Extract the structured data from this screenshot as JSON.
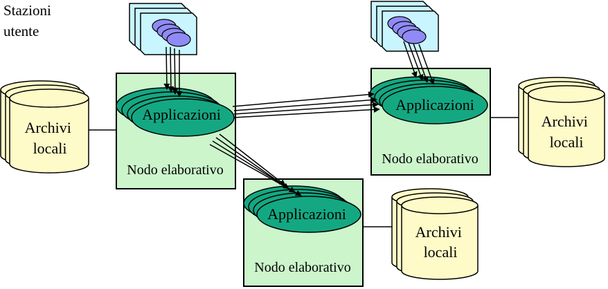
{
  "stations_label": [
    "Stazioni",
    "utente"
  ],
  "colors": {
    "node_fill": "#ccf5cc",
    "app_fill": "#14a882",
    "cylinder_fill": "#fffbc8",
    "terminal_fill": "#c8f5ff",
    "terminal_oval_fill": "#8f8af5"
  },
  "nodes": [
    {
      "id": "node-left",
      "app_label": "Applicazioni",
      "node_label": "Nodo elaborativo"
    },
    {
      "id": "node-right",
      "app_label": "Applicazioni",
      "node_label": "Nodo elaborativo"
    },
    {
      "id": "node-bottom",
      "app_label": "Applicazioni",
      "node_label": "Nodo elaborativo"
    }
  ],
  "archives": [
    {
      "id": "archive-left",
      "label": [
        "Archivi",
        "locali"
      ]
    },
    {
      "id": "archive-right",
      "label": [
        "Archivi",
        "locali"
      ]
    },
    {
      "id": "archive-bottom",
      "label": [
        "Archivi",
        "locali"
      ]
    }
  ],
  "terminal_groups": [
    {
      "id": "terminals-left",
      "icon": "user-station-icon"
    },
    {
      "id": "terminals-right",
      "icon": "user-station-icon"
    }
  ]
}
